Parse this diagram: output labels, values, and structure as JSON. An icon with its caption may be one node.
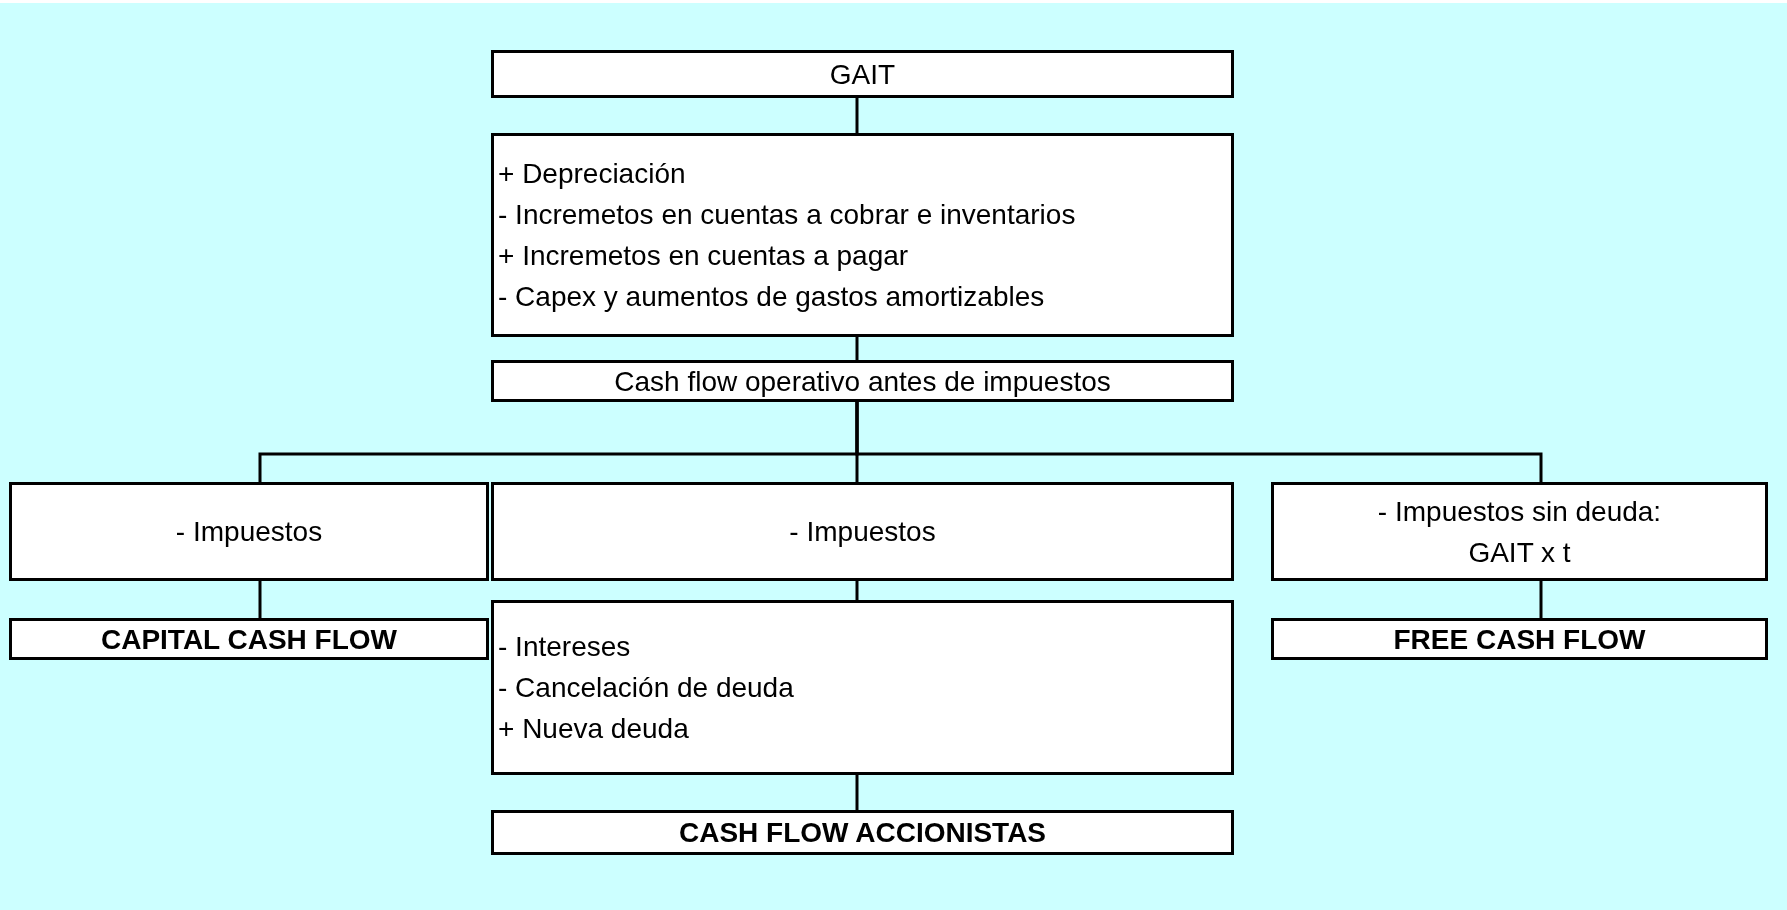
{
  "diagram": {
    "nodes": [
      {
        "text": [
          "GAIT"
        ]
      },
      {
        "text": [
          "+ Depreciación",
          "- Incremetos en cuentas a cobrar e inventarios",
          "+ Incremetos en cuentas a pagar",
          "- Capex y aumentos de gastos amortizables"
        ]
      },
      {
        "text": [
          "Cash flow  operativo antes de impuestos"
        ]
      },
      {
        "text": [
          "- Impuestos"
        ]
      },
      {
        "text": [
          "- Impuestos"
        ]
      },
      {
        "text": [
          "- Impuestos sin deuda: GAIT x t"
        ]
      },
      {
        "text": [
          "CAPITAL CASH FLOW"
        ]
      },
      {
        "text": [
          "- Intereses",
          "- Cancelación de deuda",
          "+ Nueva deuda"
        ]
      },
      {
        "text": [
          "CASH FLOW ACCIONISTAS"
        ]
      },
      {
        "text": [
          "FREE CASH FLOW"
        ]
      }
    ],
    "edges": [
      {
        "from": 0,
        "to": 1,
        "arrow": "none"
      },
      {
        "from": 1,
        "to": 2,
        "arrow": "none"
      },
      {
        "from": 2,
        "to": 3,
        "arrow": "none"
      },
      {
        "from": 2,
        "to": 4,
        "arrow": "none"
      },
      {
        "from": 2,
        "to": 5,
        "arrow": "none"
      },
      {
        "from": 3,
        "to": 6,
        "arrow": "none"
      },
      {
        "from": 4,
        "to": 7,
        "arrow": "none"
      },
      {
        "from": 7,
        "to": 8,
        "arrow": "none"
      },
      {
        "from": 5,
        "to": 9,
        "arrow": "none"
      }
    ]
  }
}
